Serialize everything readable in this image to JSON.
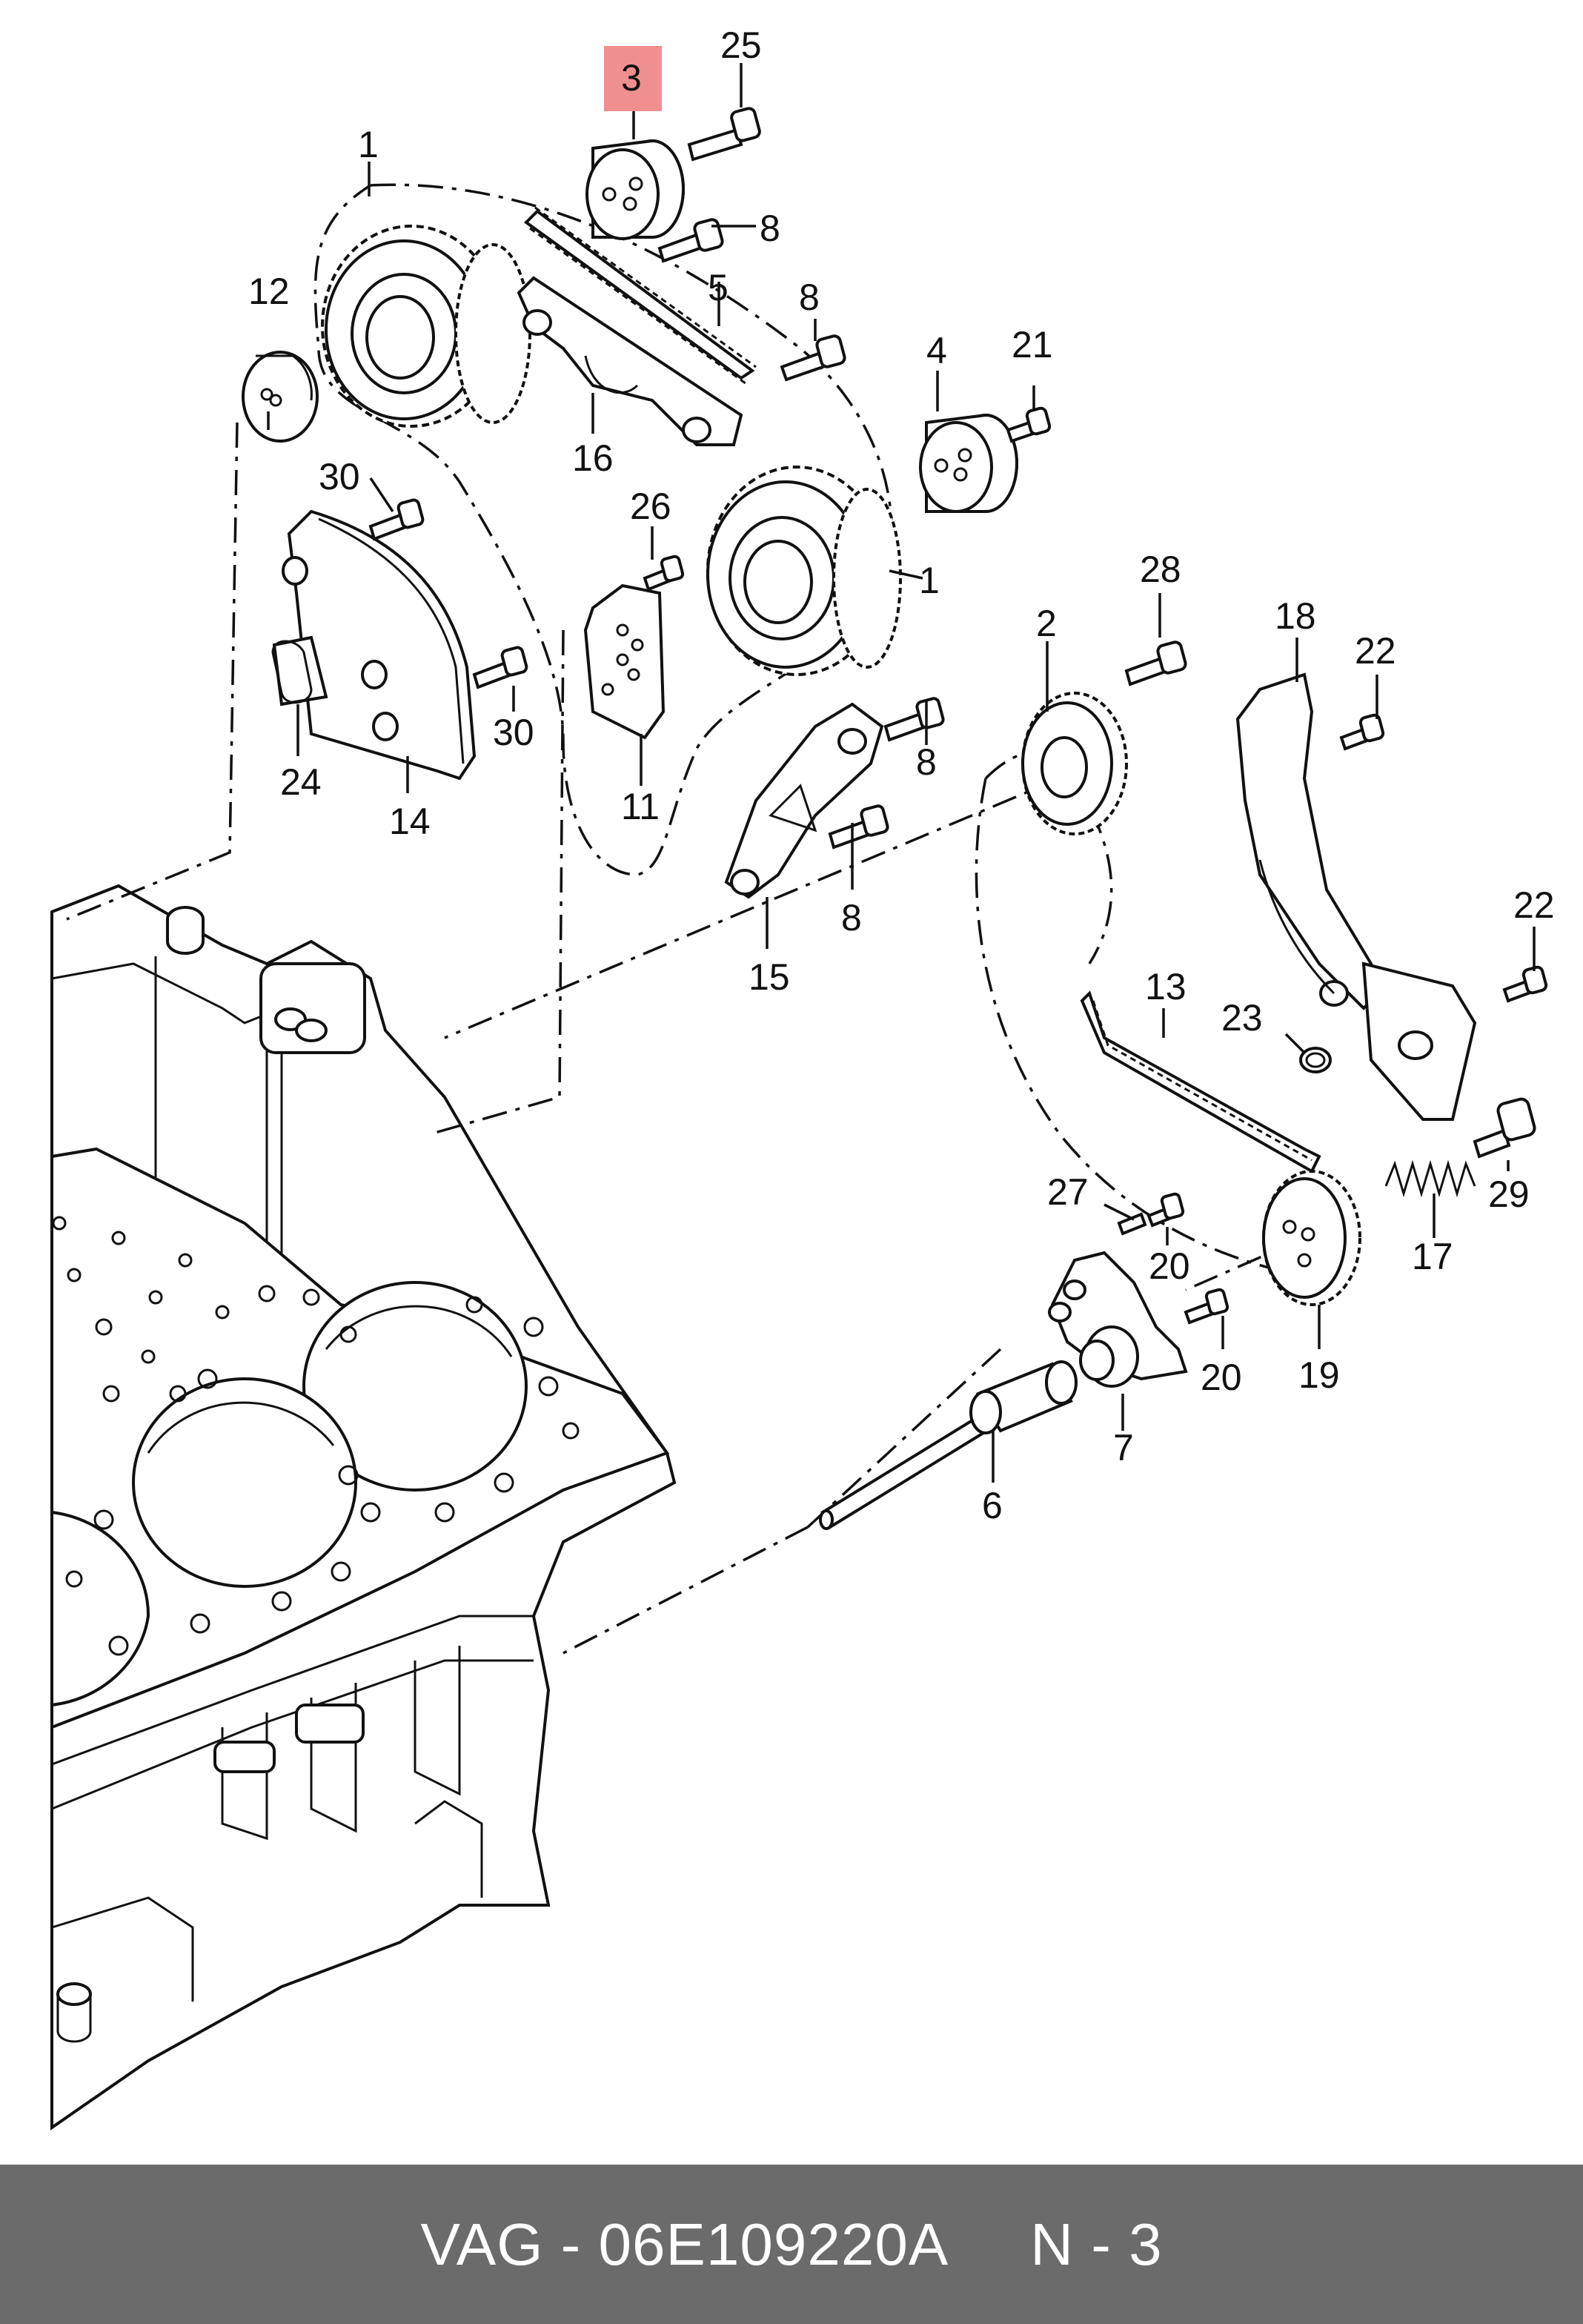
{
  "footer": {
    "brand_part": "VAG - 06E109220A",
    "position": "N - 3"
  },
  "highlight_color": "#f08f8f",
  "callouts": [
    {
      "id": "c1a",
      "text": "1"
    },
    {
      "id": "c1b",
      "text": "1"
    },
    {
      "id": "c2",
      "text": "2"
    },
    {
      "id": "c3",
      "text": "3"
    },
    {
      "id": "c4",
      "text": "4"
    },
    {
      "id": "c5",
      "text": "5"
    },
    {
      "id": "c6",
      "text": "6"
    },
    {
      "id": "c7",
      "text": "7"
    },
    {
      "id": "c8a",
      "text": "8"
    },
    {
      "id": "c8b",
      "text": "8"
    },
    {
      "id": "c8c",
      "text": "8"
    },
    {
      "id": "c8d",
      "text": "8"
    },
    {
      "id": "c11",
      "text": "11"
    },
    {
      "id": "c12",
      "text": "12"
    },
    {
      "id": "c13",
      "text": "13"
    },
    {
      "id": "c14",
      "text": "14"
    },
    {
      "id": "c15",
      "text": "15"
    },
    {
      "id": "c16",
      "text": "16"
    },
    {
      "id": "c17",
      "text": "17"
    },
    {
      "id": "c18",
      "text": "18"
    },
    {
      "id": "c19",
      "text": "19"
    },
    {
      "id": "c20a",
      "text": "20"
    },
    {
      "id": "c20b",
      "text": "20"
    },
    {
      "id": "c21",
      "text": "21"
    },
    {
      "id": "c22a",
      "text": "22"
    },
    {
      "id": "c22b",
      "text": "22"
    },
    {
      "id": "c23",
      "text": "23"
    },
    {
      "id": "c24",
      "text": "24"
    },
    {
      "id": "c25",
      "text": "25"
    },
    {
      "id": "c26",
      "text": "26"
    },
    {
      "id": "c27",
      "text": "27"
    },
    {
      "id": "c28",
      "text": "28"
    },
    {
      "id": "c29",
      "text": "29"
    },
    {
      "id": "c30a",
      "text": "30"
    },
    {
      "id": "c30b",
      "text": "30"
    }
  ]
}
